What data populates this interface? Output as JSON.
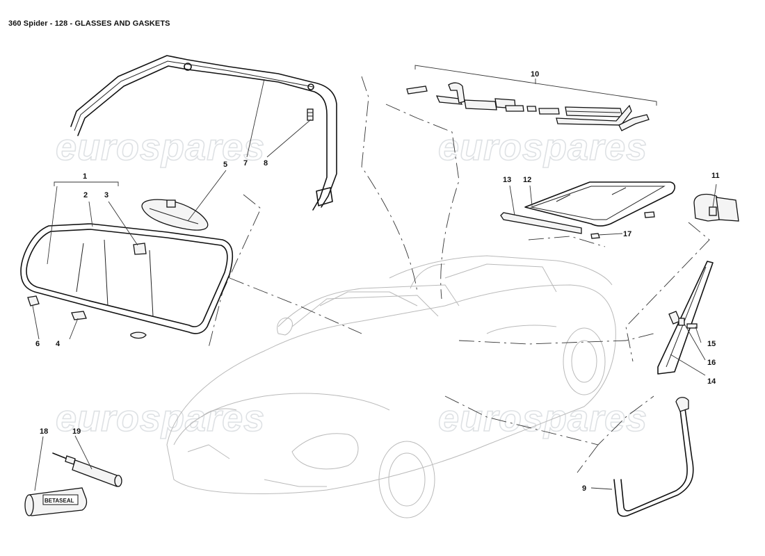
{
  "title": "360 Spider - 128 - GLASSES AND GASKETS",
  "watermark": "eurospares",
  "tube_label": "BETASEAL",
  "callouts": {
    "c1": "1",
    "c2": "2",
    "c3": "3",
    "c4": "4",
    "c5": "5",
    "c6": "6",
    "c7": "7",
    "c8": "8",
    "c9": "9",
    "c10": "10",
    "c11": "11",
    "c12": "12",
    "c13": "13",
    "c14": "14",
    "c15": "15",
    "c16": "16",
    "c17": "17",
    "c18": "18",
    "c19": "19"
  }
}
